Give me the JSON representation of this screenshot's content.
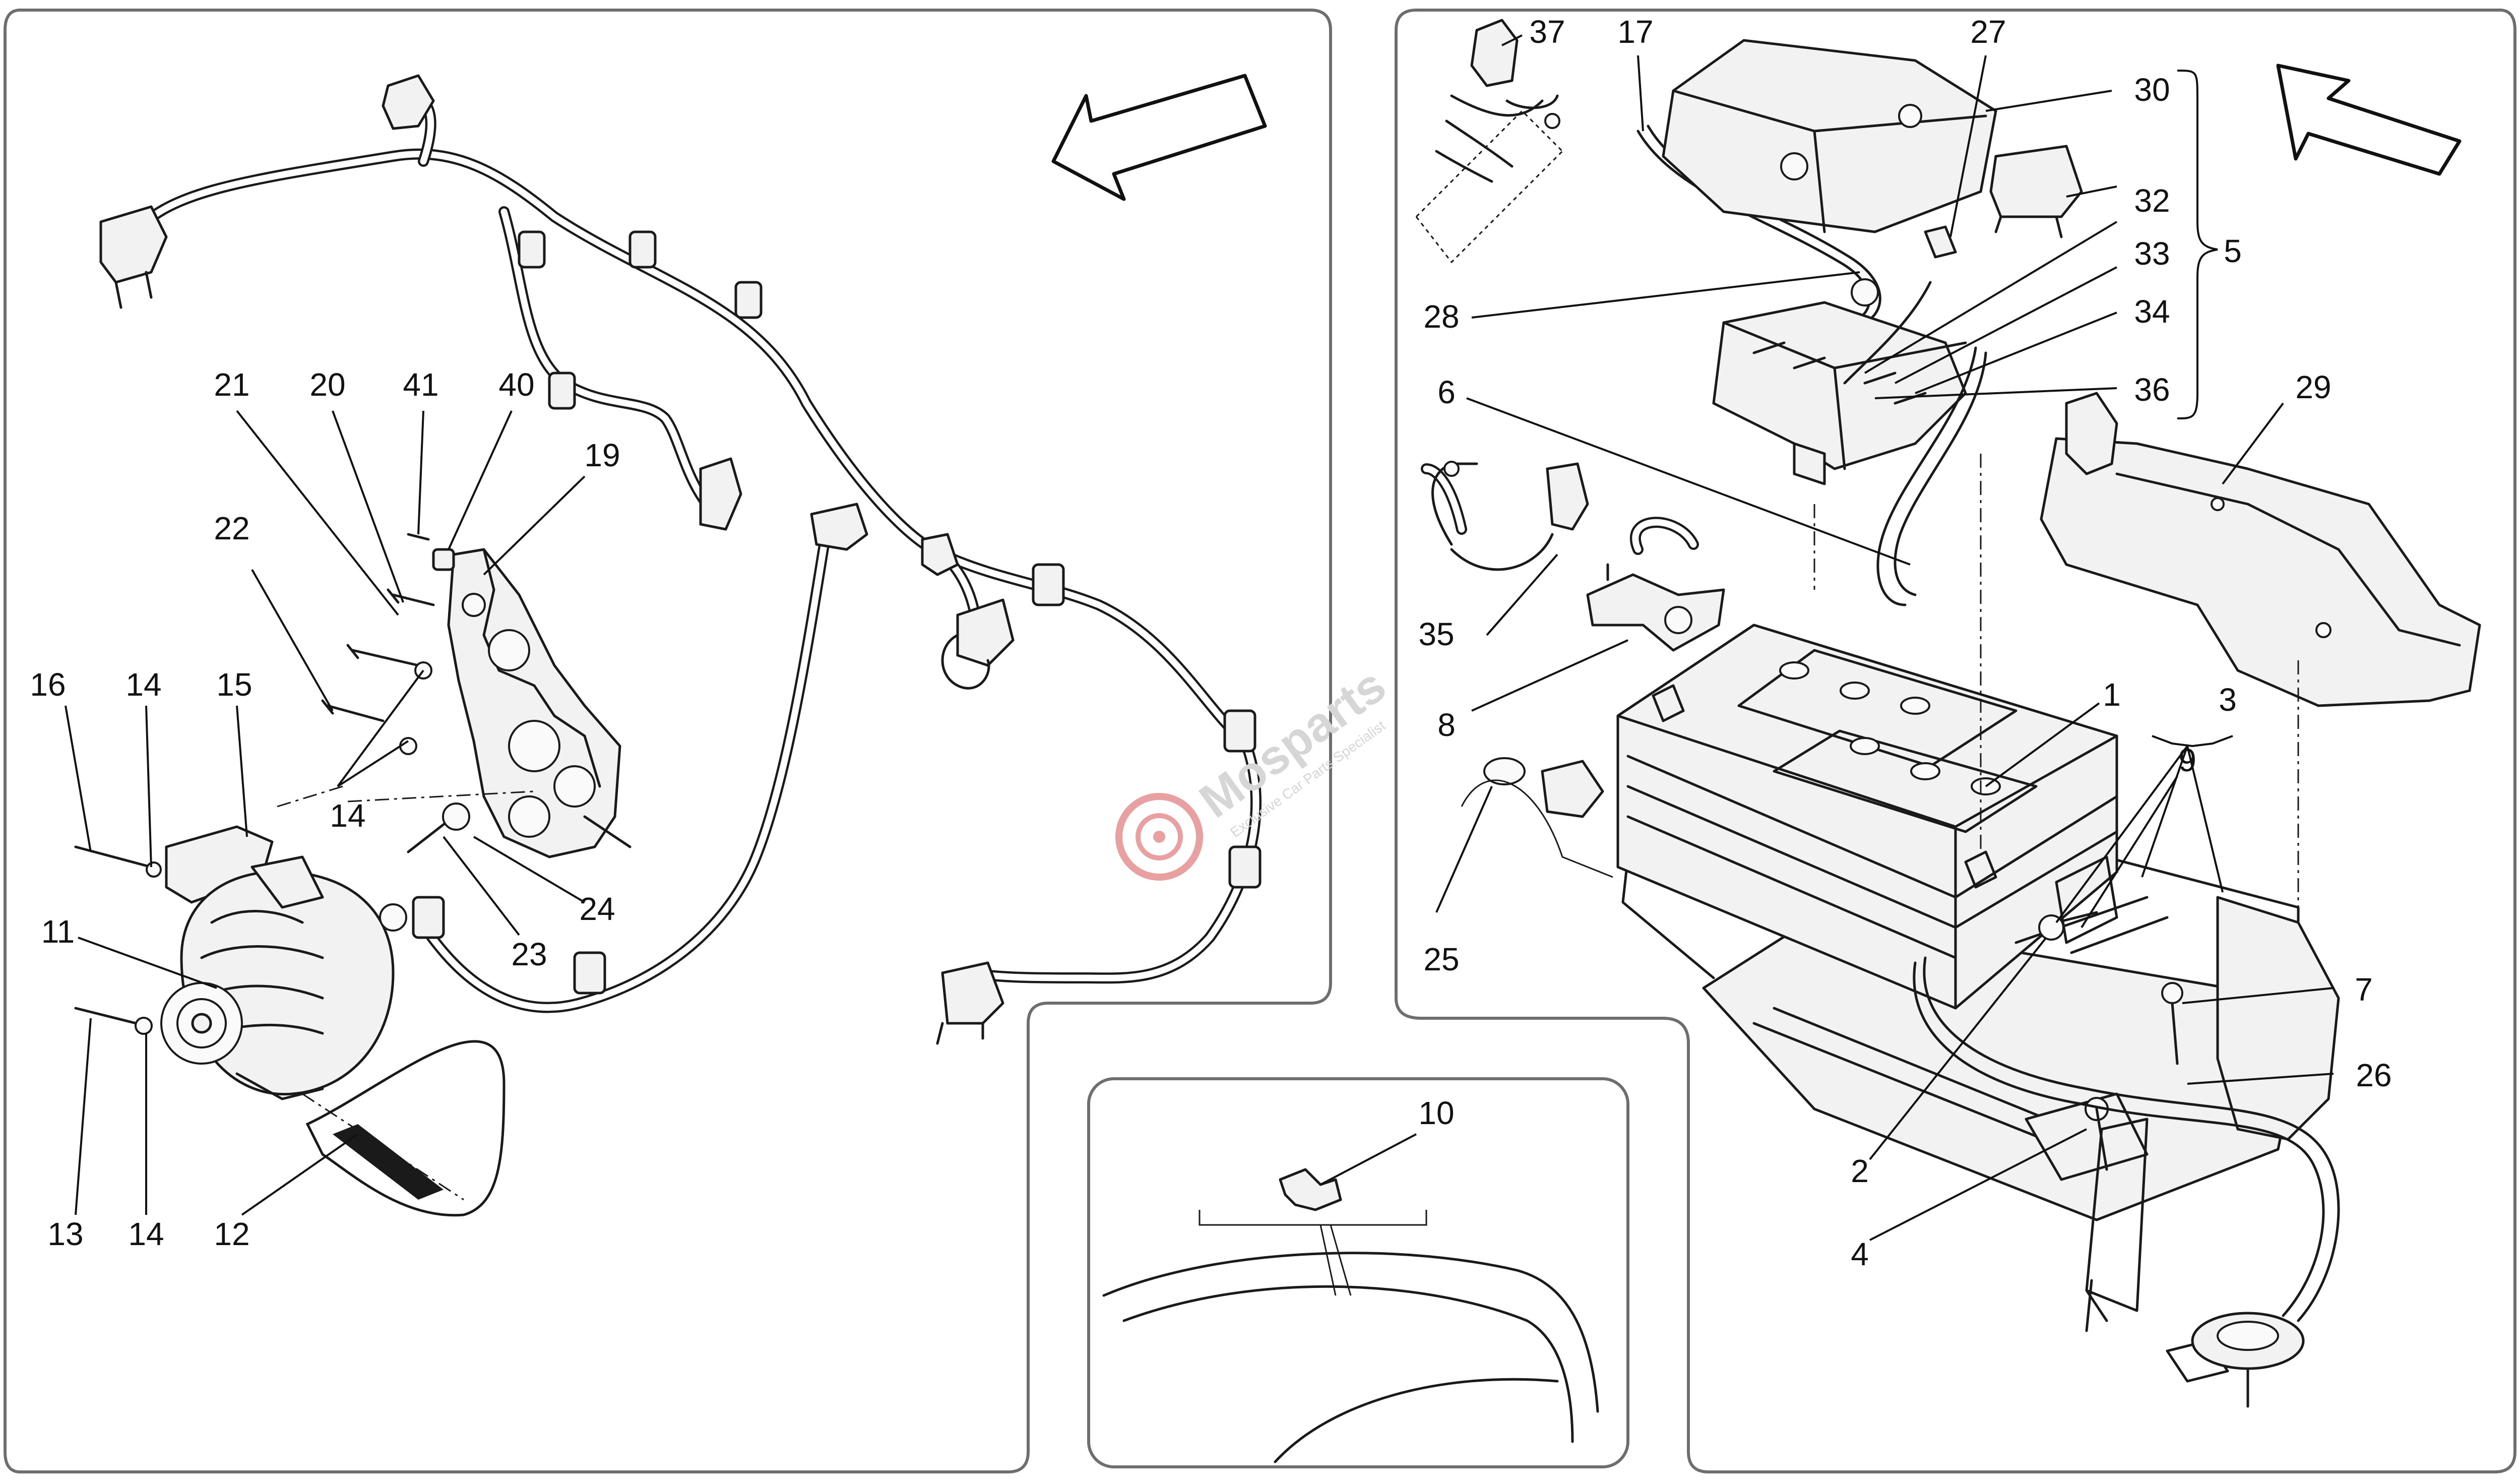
{
  "watermark": {
    "brand": "Mosparts",
    "tagline": "Exclusive Car Parts Specialist"
  },
  "callouts": {
    "left_panel": [
      "21",
      "20",
      "41",
      "40",
      "19",
      "22",
      "16",
      "14",
      "15",
      "14",
      "11",
      "13",
      "14",
      "12",
      "23",
      "24"
    ],
    "center_panel": [
      "10"
    ],
    "right_panel": [
      "37",
      "17",
      "27",
      "30",
      "32",
      "33",
      "34",
      "36",
      "5",
      "28",
      "6",
      "29",
      "35",
      "8",
      "1",
      "3",
      "9",
      "25",
      "7",
      "26",
      "2",
      "4"
    ]
  },
  "colors": {
    "line": "#1a1a1a",
    "panel_border": "#6e6e6e",
    "watermark": "#d6d6d6",
    "watermark_accent": "#e8a0a0"
  }
}
